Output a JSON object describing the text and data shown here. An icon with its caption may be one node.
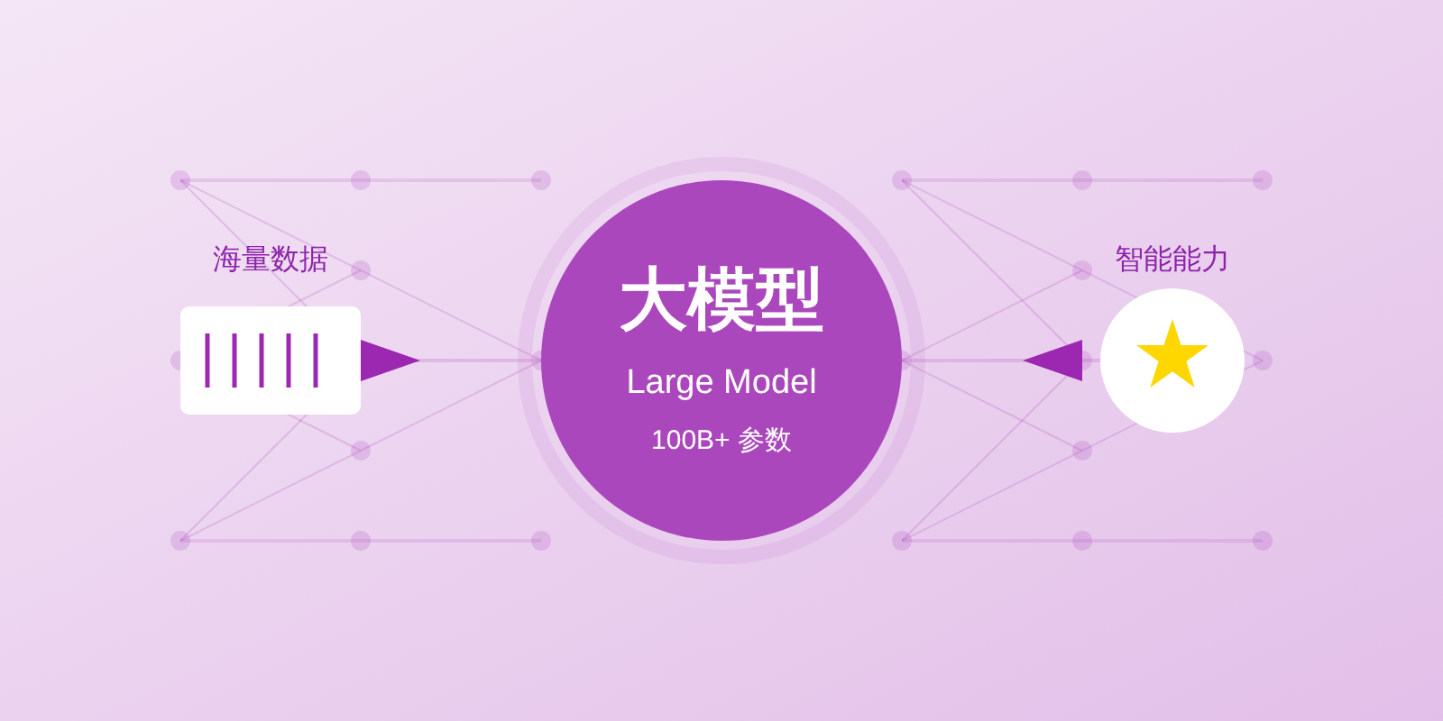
{
  "diagram": {
    "nodes": [
      {
        "text": [
          "海量数据"
        ]
      },
      {
        "text": [
          "大模型",
          "Large Model",
          "100B+ 参数"
        ]
      },
      {
        "text": [
          "智能能力"
        ]
      }
    ],
    "edges": [
      {
        "from": 0,
        "to": 1,
        "arrow": "to"
      },
      {
        "from": 2,
        "to": 1,
        "arrow": "to"
      }
    ]
  }
}
